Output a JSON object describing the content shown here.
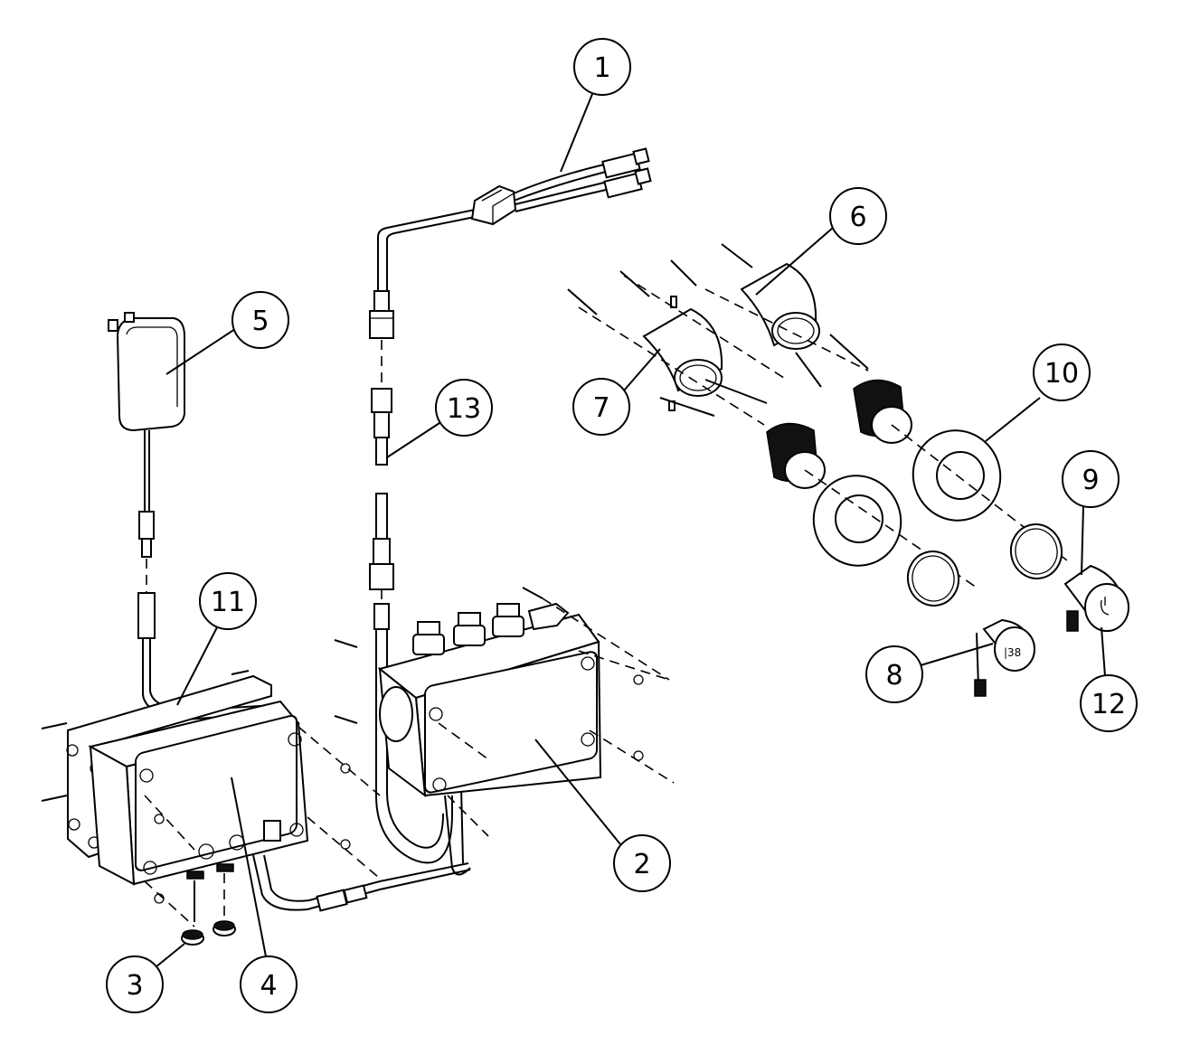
{
  "callouts": [
    {
      "id": "callout-1",
      "label": "1"
    },
    {
      "id": "callout-2",
      "label": "2"
    },
    {
      "id": "callout-3",
      "label": "3"
    },
    {
      "id": "callout-4",
      "label": "4"
    },
    {
      "id": "callout-5",
      "label": "5"
    },
    {
      "id": "callout-6",
      "label": "6"
    },
    {
      "id": "callout-7",
      "label": "7"
    },
    {
      "id": "callout-8",
      "label": "8"
    },
    {
      "id": "callout-9",
      "label": "9"
    },
    {
      "id": "callout-10",
      "label": "10"
    },
    {
      "id": "callout-11",
      "label": "11"
    },
    {
      "id": "callout-12",
      "label": "12"
    },
    {
      "id": "callout-13",
      "label": "13"
    }
  ],
  "colors": {
    "line": "#000000",
    "background": "#ffffff"
  }
}
